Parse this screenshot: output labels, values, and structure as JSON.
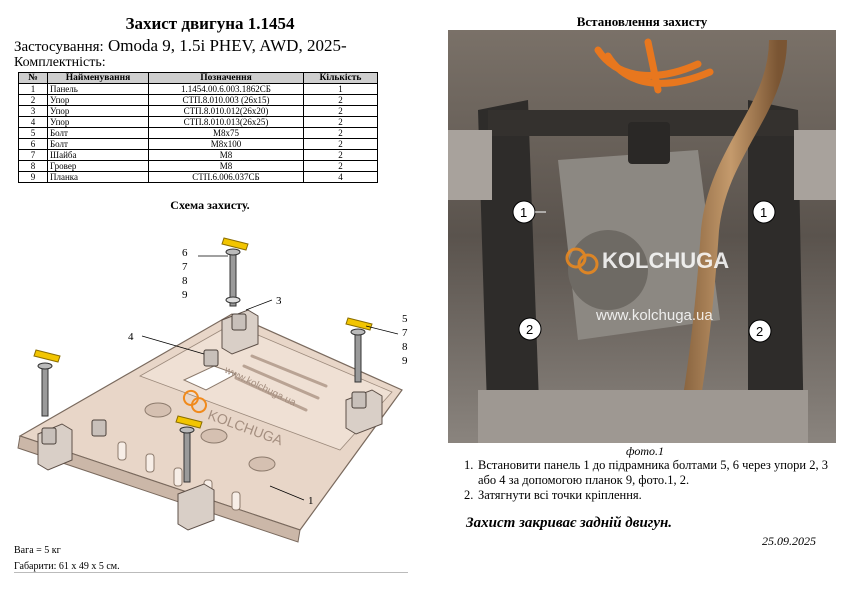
{
  "header": {
    "title": "Захист двигуна 1.1454",
    "application_label": "Застосування:",
    "application_value": "Omoda 9, 1.5i PHEV, AWD, 2025-",
    "kit_label": "Комплектність:"
  },
  "parts_table": {
    "headers": [
      "№",
      "Найменування",
      "Позначення",
      "Кількість"
    ],
    "rows": [
      [
        "1",
        "Панель",
        "1.1454.00.6.003.1862СБ",
        "1"
      ],
      [
        "2",
        "Упор",
        "СТП.8.010.003 (26x15)",
        "2"
      ],
      [
        "3",
        "Упор",
        "СТП.8.010.012(26x20)",
        "2"
      ],
      [
        "4",
        "Упор",
        "СТП.8.010.013(26x25)",
        "2"
      ],
      [
        "5",
        "Болт",
        "М8x75",
        "2"
      ],
      [
        "6",
        "Болт",
        "М8x100",
        "2"
      ],
      [
        "7",
        "Шайба",
        "М8",
        "2"
      ],
      [
        "8",
        "Гровер",
        "М8",
        "2"
      ],
      [
        "9",
        "Планка",
        "СТП.6.006.037СБ",
        "4"
      ]
    ]
  },
  "schema": {
    "title": "Схема захисту.",
    "callouts": {
      "c6": "6",
      "c7": "7",
      "c8": "8",
      "c9": "9",
      "c3": "3",
      "c4": "4",
      "c5r": "5",
      "c7r": "7",
      "c8r": "8",
      "c9r": "9",
      "c1": "1"
    },
    "panel_url": "www.kolchuga.ua",
    "panel_brand": "KOLCHUGA"
  },
  "installation": {
    "title": "Встановлення захисту",
    "photo_watermark_brand": "KOLCHUGA",
    "photo_watermark_url": "www.kolchuga.ua",
    "photo_markers": [
      "1",
      "1",
      "2",
      "2"
    ],
    "photo_caption": "фото.1",
    "steps": [
      {
        "num": "1.",
        "text": "Встановити панель 1 до підрамника  болтами 5, 6 через упори 2, 3 або 4 за допомогою планок 9, фото.1, 2."
      },
      {
        "num": "2.",
        "text": "Затягнути всі точки кріплення."
      }
    ],
    "note": "Захист закриває задній двигун.",
    "date": "25.09.2025"
  },
  "specs": {
    "weight": "Вага = 5 кг",
    "dimensions": "Габарити: 61 x 49 x 5 см."
  },
  "colors": {
    "table_header_bg": "#cfcfcf",
    "panel_fill": "#e8d6c8",
    "plank_yellow": "#f2c500",
    "brand_orange": "#f08a1c"
  }
}
